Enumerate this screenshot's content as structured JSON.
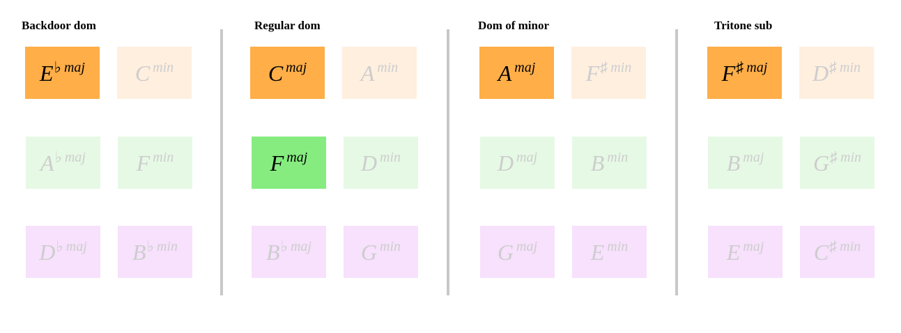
{
  "colors": {
    "active_orange": "#ffae48",
    "faded_orange": "#ffefdf",
    "active_green": "#86ec80",
    "faded_green": "#e6f9e5",
    "faded_purple": "#f7e1fc",
    "divider": "#c8c8c8",
    "faded_text": "#cdcdcd"
  },
  "sections": [
    {
      "title": "Backdoor dom",
      "rows": [
        [
          {
            "root": "E",
            "acc": "♭",
            "qual": "maj",
            "state": "active",
            "color": "orange"
          },
          {
            "root": "C",
            "acc": "",
            "qual": "min",
            "state": "faded",
            "color": "orange"
          }
        ],
        [
          {
            "root": "A",
            "acc": "♭",
            "qual": "maj",
            "state": "faded",
            "color": "green"
          },
          {
            "root": "F",
            "acc": "",
            "qual": "min",
            "state": "faded",
            "color": "green"
          }
        ],
        [
          {
            "root": "D",
            "acc": "♭",
            "qual": "maj",
            "state": "faded",
            "color": "purple"
          },
          {
            "root": "B",
            "acc": "♭",
            "qual": "min",
            "state": "faded",
            "color": "purple"
          }
        ]
      ]
    },
    {
      "title": "Regular dom",
      "rows": [
        [
          {
            "root": "C",
            "acc": "",
            "qual": "maj",
            "state": "active",
            "color": "orange"
          },
          {
            "root": "A",
            "acc": "",
            "qual": "min",
            "state": "faded",
            "color": "orange"
          }
        ],
        [
          {
            "root": "F",
            "acc": "",
            "qual": "maj",
            "state": "active",
            "color": "green"
          },
          {
            "root": "D",
            "acc": "",
            "qual": "min",
            "state": "faded",
            "color": "green"
          }
        ],
        [
          {
            "root": "B",
            "acc": "♭",
            "qual": "maj",
            "state": "faded",
            "color": "purple"
          },
          {
            "root": "G",
            "acc": "",
            "qual": "min",
            "state": "faded",
            "color": "purple"
          }
        ]
      ]
    },
    {
      "title": "Dom of minor",
      "rows": [
        [
          {
            "root": "A",
            "acc": "",
            "qual": "maj",
            "state": "active",
            "color": "orange"
          },
          {
            "root": "F",
            "acc": "♯",
            "qual": "min",
            "state": "faded",
            "color": "orange"
          }
        ],
        [
          {
            "root": "D",
            "acc": "",
            "qual": "maj",
            "state": "faded",
            "color": "green"
          },
          {
            "root": "B",
            "acc": "",
            "qual": "min",
            "state": "faded",
            "color": "green"
          }
        ],
        [
          {
            "root": "G",
            "acc": "",
            "qual": "maj",
            "state": "faded",
            "color": "purple"
          },
          {
            "root": "E",
            "acc": "",
            "qual": "min",
            "state": "faded",
            "color": "purple"
          }
        ]
      ]
    },
    {
      "title": "Tritone sub",
      "rows": [
        [
          {
            "root": "F",
            "acc": "♯",
            "qual": "maj",
            "state": "active",
            "color": "orange"
          },
          {
            "root": "D",
            "acc": "♯",
            "qual": "min",
            "state": "faded",
            "color": "orange"
          }
        ],
        [
          {
            "root": "B",
            "acc": "",
            "qual": "maj",
            "state": "faded",
            "color": "green"
          },
          {
            "root": "G",
            "acc": "♯",
            "qual": "min",
            "state": "faded",
            "color": "green"
          }
        ],
        [
          {
            "root": "E",
            "acc": "",
            "qual": "maj",
            "state": "faded",
            "color": "purple"
          },
          {
            "root": "C",
            "acc": "♯",
            "qual": "min",
            "state": "faded",
            "color": "purple"
          }
        ]
      ]
    }
  ]
}
